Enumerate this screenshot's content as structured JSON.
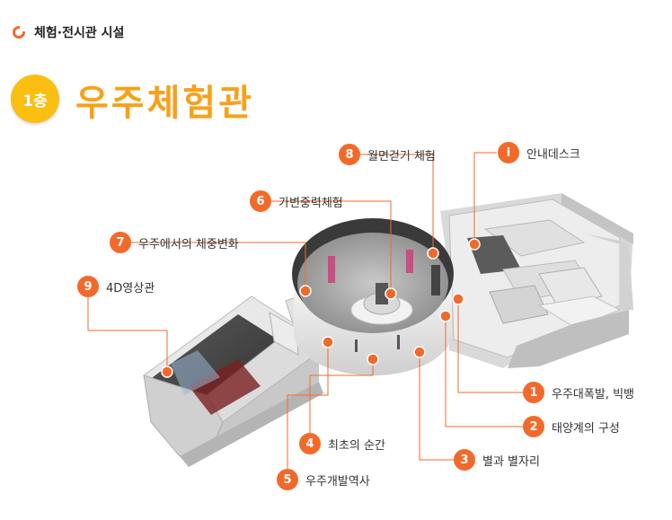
{
  "header": {
    "section_title": "체험·전시관 시설"
  },
  "floor": {
    "badge": "1층",
    "title": "우주체험관"
  },
  "callouts": [
    {
      "num": "8",
      "text": "월면걷기 체험"
    },
    {
      "num": "i",
      "text": "안내데스크"
    },
    {
      "num": "6",
      "text": "가변중력체험"
    },
    {
      "num": "7",
      "text": "우주에서의 체중변화"
    },
    {
      "num": "9",
      "text": "4D영상관"
    },
    {
      "num": "1",
      "text": "우주대폭발, 빅뱅"
    },
    {
      "num": "2",
      "text": "태양계의 구성"
    },
    {
      "num": "3",
      "text": "별과 별자리"
    },
    {
      "num": "4",
      "text": "최초의 순간"
    },
    {
      "num": "5",
      "text": "우주개발역사"
    }
  ],
  "colors": {
    "accent": "#f26a2b",
    "title": "#f7a11a",
    "badge": "#fbbf12"
  }
}
